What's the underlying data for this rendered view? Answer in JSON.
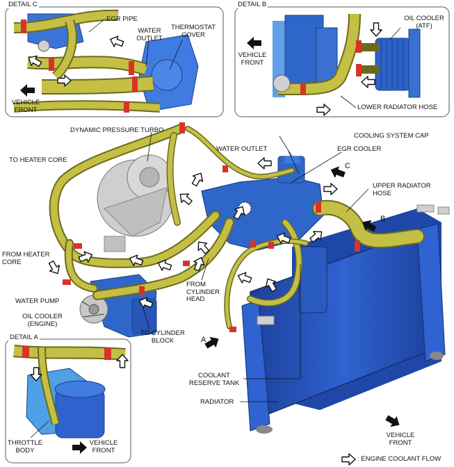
{
  "colors": {
    "hose_yellow": "#b5b03a",
    "hose_dark": "#6b6a1c",
    "engine_blue": "#2f66c9",
    "engine_blue_dark": "#1c3f8c",
    "clamp_red": "#d8332a",
    "turbo_gray": "#bdbdbd",
    "radiator_blue": "#2856c4"
  },
  "details": {
    "c": {
      "title": "DETAIL C",
      "egr_pipe": "EGR PIPE",
      "water_outlet": [
        "WATER",
        "OUTLET"
      ],
      "thermostat_cover": [
        "THERMOSTAT",
        "COVER"
      ],
      "vehicle_front": [
        "VEHICLE",
        "FRONT"
      ]
    },
    "b": {
      "title": "DETAIL B",
      "oil_cooler": [
        "OIL COOLER",
        "(ATF)"
      ],
      "vehicle_front": [
        "VEHICLE",
        "FRONT"
      ],
      "lower_radiator_hose": "LOWER RADIATOR HOSE"
    },
    "a": {
      "title": "DETAIL A",
      "throttle_body": [
        "THROTTLE",
        "BODY"
      ],
      "vehicle_front": [
        "VEHICLE",
        "FRONT"
      ]
    }
  },
  "main": {
    "dynamic_pressure_turbo": "DYNAMIC PRESSURE TURBO",
    "cooling_system_cap": "COOLING SYSTEM CAP",
    "water_outlet": "WATER OUTLET",
    "egr_cooler": "EGR COOLER",
    "to_heater_core": "TO HEATER CORE",
    "upper_radiator_hose": [
      "UPPER RADIATOR",
      "HOSE"
    ],
    "from_heater_core": [
      "FROM HEATER",
      "CORE"
    ],
    "from_cylinder_head": [
      "FROM",
      "CYLINDER",
      "HEAD"
    ],
    "water_pump": "WATER PUMP",
    "oil_cooler_engine": [
      "OIL COOLER",
      "(ENGINE)"
    ],
    "to_cylinder_block": [
      "TO CYLINDER",
      "BLOCK"
    ],
    "coolant_reserve_tank": [
      "COOLANT",
      "RESERVE TANK"
    ],
    "radiator": "RADIATOR",
    "vehicle_front": [
      "VEHICLE",
      "FRONT"
    ],
    "marker_a": "A",
    "marker_b": "B",
    "marker_c": "C"
  },
  "legend": {
    "text": ": ENGINE COOLANT FLOW",
    "icon": "hollow-arrow-icon"
  }
}
